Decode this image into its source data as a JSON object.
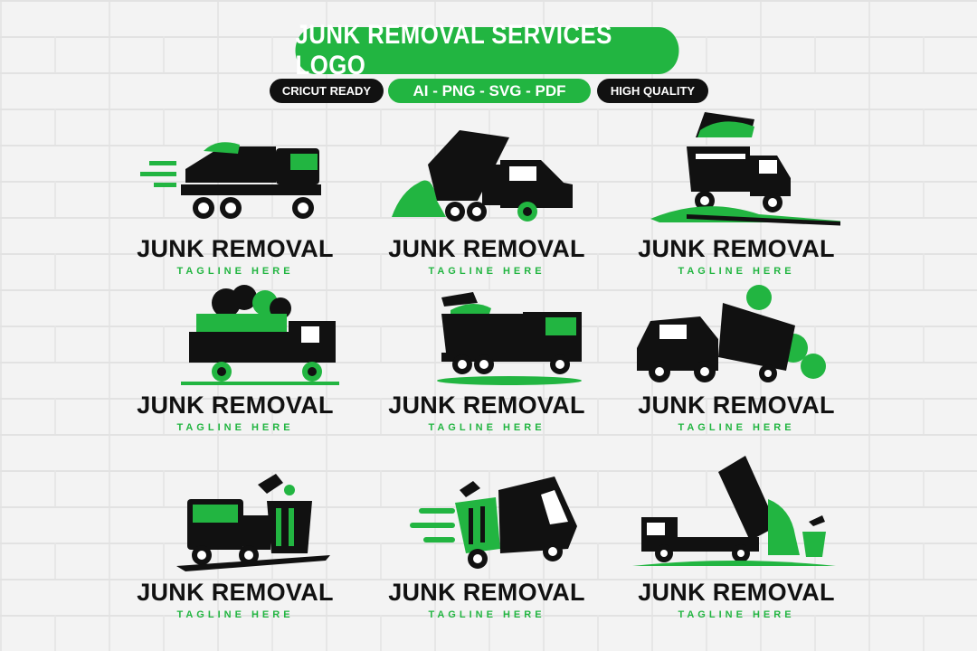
{
  "header": {
    "title": "JUNK REMOVAL SERVICES LOGO",
    "badges": [
      "CRICUT READY",
      "AI - PNG - SVG - PDF",
      "HIGH QUALITY"
    ]
  },
  "logos": [
    {
      "name": "JUNK REMOVAL",
      "tagline": "TAGLINE HERE",
      "icon": "moving-truck-speed-icon"
    },
    {
      "name": "JUNK REMOVAL",
      "tagline": "TAGLINE HERE",
      "icon": "dump-truck-tipping-icon"
    },
    {
      "name": "JUNK REMOVAL",
      "tagline": "TAGLINE HERE",
      "icon": "dump-truck-road-icon"
    },
    {
      "name": "JUNK REMOVAL",
      "tagline": "TAGLINE HERE",
      "icon": "loaded-flatbed-truck-icon"
    },
    {
      "name": "JUNK REMOVAL",
      "tagline": "TAGLINE HERE",
      "icon": "dumpster-truck-icon"
    },
    {
      "name": "JUNK REMOVAL",
      "tagline": "TAGLINE HERE",
      "icon": "pickup-dump-trailer-icon"
    },
    {
      "name": "JUNK REMOVAL",
      "tagline": "TAGLINE HERE",
      "icon": "truck-trash-bin-icon"
    },
    {
      "name": "JUNK REMOVAL",
      "tagline": "TAGLINE HERE",
      "icon": "garbage-truck-speed-icon"
    },
    {
      "name": "JUNK REMOVAL",
      "tagline": "TAGLINE HERE",
      "icon": "tipper-truck-trash-can-icon"
    }
  ],
  "colors": {
    "brand_green": "#22b541",
    "ink": "#111111",
    "background": "#f3f3f3"
  }
}
